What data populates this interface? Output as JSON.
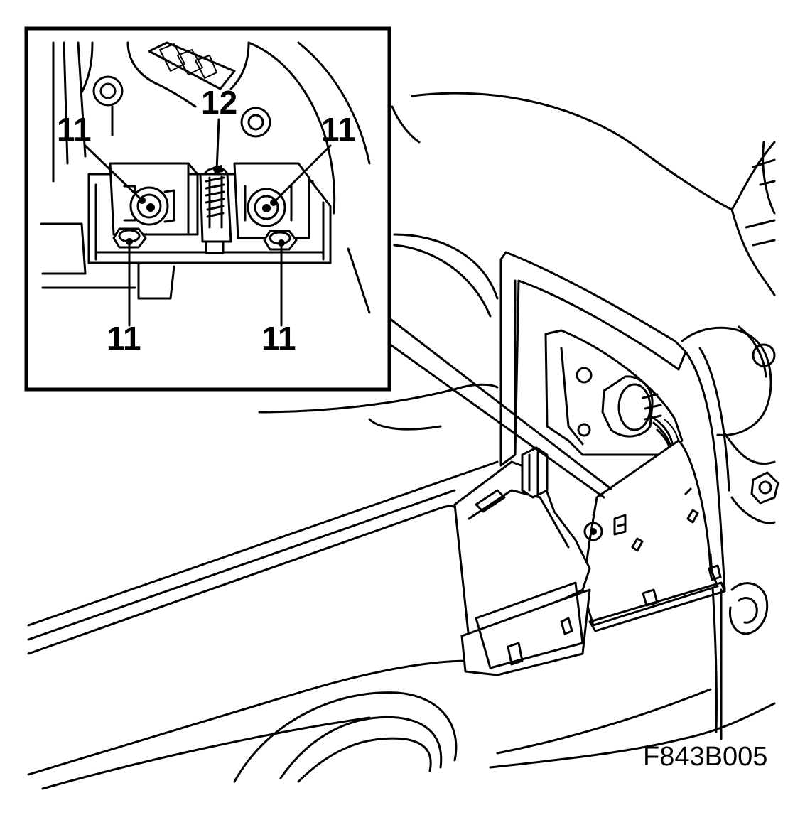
{
  "figure_id": "F843B005",
  "callouts": {
    "screw_top_label": "12",
    "nut_top_left_label": "11",
    "nut_top_right_label": "11",
    "nut_bottom_left_label": "11",
    "nut_bottom_right_label": "11"
  },
  "colors": {
    "line": "#000000",
    "background": "#ffffff"
  }
}
